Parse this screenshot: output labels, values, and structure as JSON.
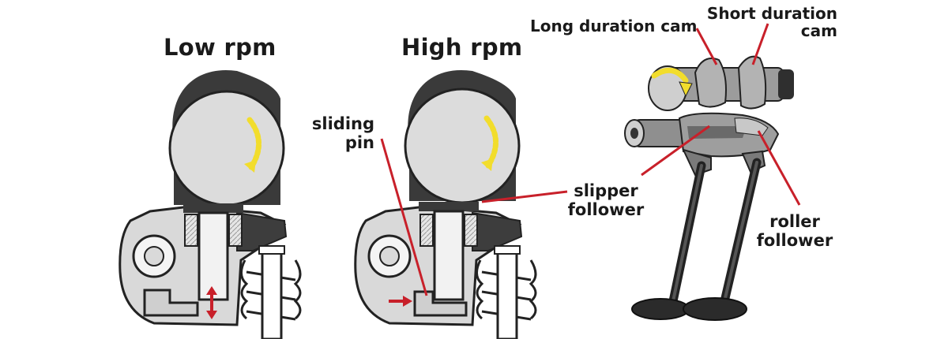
{
  "panels": {
    "low": {
      "title": "Low rpm"
    },
    "high": {
      "title": "High rpm"
    }
  },
  "callouts": {
    "sliding_pin": [
      "sliding",
      "pin"
    ],
    "slipper_follower": [
      "slipper",
      "follower"
    ],
    "long_duration_cam": "Long duration cam",
    "short_duration_cam": [
      "Short duration",
      "cam"
    ],
    "roller_follower": [
      "roller",
      "follower"
    ]
  },
  "colors": {
    "callout_line": "#c8202a",
    "cam_arrow": "#f2dd2c",
    "cam_lobe": "#3a3a3a",
    "part_fill": "#d9d9d9",
    "outline": "#222222"
  }
}
